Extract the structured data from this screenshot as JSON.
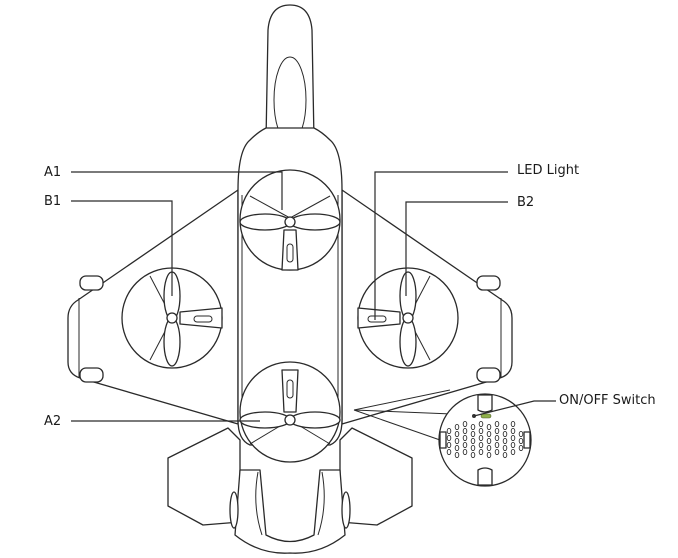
{
  "diagram": {
    "subject": "drone-aircraft-top-view",
    "labels": {
      "a1": "A1",
      "b1": "B1",
      "a2": "A2",
      "led": "LED Light",
      "b2": "B2",
      "switch": "ON/OFF Switch"
    },
    "colors": {
      "line": "#2a2a2a",
      "background": "#ffffff",
      "switch_accent": "#8fb04a"
    }
  }
}
